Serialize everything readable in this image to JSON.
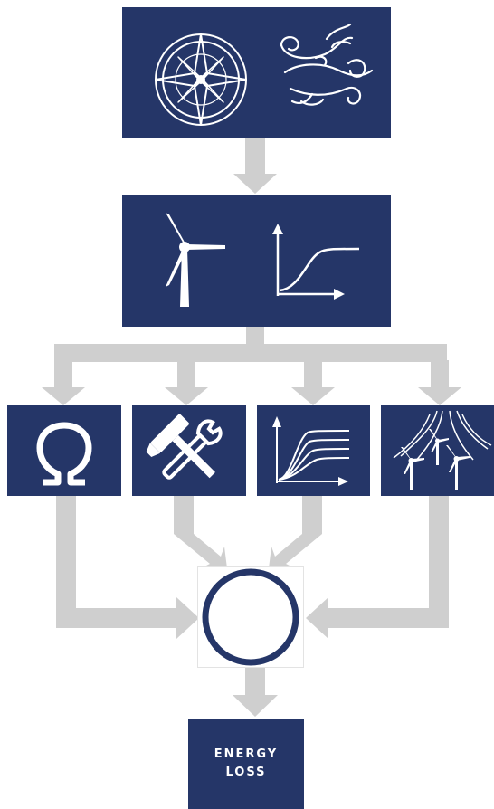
{
  "colors": {
    "box_fill": "#253668",
    "box_border": "#1d2b55",
    "icon_stroke": "#ffffff",
    "arrow_fill": "#cfcfcf",
    "circle_stroke": "#253668",
    "circle_fill": "#ffffff"
  },
  "diagram": {
    "nodes": [
      {
        "id": "wind-resource",
        "icons": [
          "compass-rose-icon",
          "wind-swirl-icon"
        ]
      },
      {
        "id": "turbine-power-curve",
        "icons": [
          "wind-turbine-icon",
          "power-curve-icon"
        ]
      },
      {
        "id": "electrical",
        "icons": [
          "omega-icon"
        ]
      },
      {
        "id": "availability",
        "icons": [
          "hammer-wrench-icon"
        ]
      },
      {
        "id": "turbine-performance",
        "icons": [
          "power-curve-family-icon"
        ]
      },
      {
        "id": "wake-effects",
        "icons": [
          "wake-turbines-icon"
        ]
      },
      {
        "id": "combination",
        "icons": [
          "circle-node"
        ]
      },
      {
        "id": "energy-loss",
        "label_line1": "ENERGY",
        "label_line2": "LOSS"
      }
    ]
  }
}
